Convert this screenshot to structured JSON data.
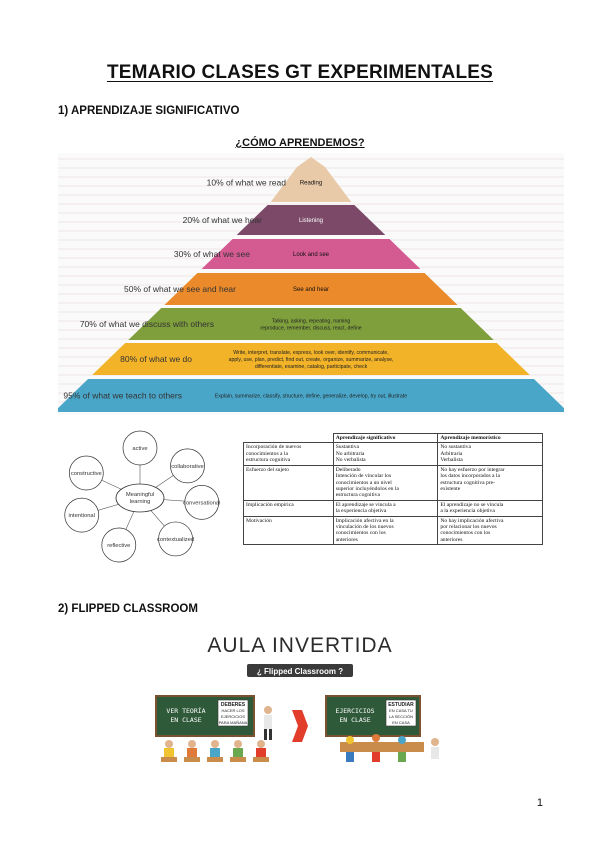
{
  "document": {
    "title": "TEMARIO CLASES GT EXPERIMENTALES",
    "page_number": "1"
  },
  "section1": {
    "heading": "1) APRENDIZAJE SIGNIFICATIVO",
    "pyramid": {
      "title": "¿CÓMO APRENDEMOS?",
      "levels": [
        {
          "pct": "10% of what we read",
          "label": "Reading",
          "color": "#e8c9a8"
        },
        {
          "pct": "20% of what we hear",
          "label": "Listening",
          "color": "#7c4a68"
        },
        {
          "pct": "30% of what we see",
          "label": "Look and see",
          "color": "#d45a92"
        },
        {
          "pct": "50% of what we see and hear",
          "label": "See and hear",
          "color": "#ea8a2a"
        },
        {
          "pct": "70% of what we discuss with others",
          "label_lines": [
            "Talking, asking, repeating, naming",
            "reproduce, remember, discuss, react, define"
          ],
          "color": "#7e9f3c"
        },
        {
          "pct": "80% of what we do",
          "label_lines": [
            "Write, interpret, translate, express, look over, identify, communicate,",
            "apply, use, plan, predict, find out, create, organize, summarize, analyse,",
            "differentiate, examine, catalog, participate, check"
          ],
          "color": "#f2b329"
        },
        {
          "pct": "95% of what we teach to others",
          "label_lines": [
            "Explain, summarize, classify, structure, define, generalize, develop, try out, illustrate"
          ],
          "color": "#4aa6c8"
        }
      ]
    },
    "mindmap": {
      "center": [
        "Meaningful",
        "learning"
      ],
      "nodes": [
        "active",
        "collaborative",
        "conversational",
        "contextualized",
        "reflective",
        "intentional",
        "constructive"
      ]
    },
    "table": {
      "headers": [
        "",
        "Aprendizaje significativo",
        "Aprendizaje memorístico"
      ],
      "rows": [
        {
          "label": [
            "Incorporación de nuevos",
            "conocimientos a la",
            "estructura cognitiva"
          ],
          "a": [
            "Sustantiva",
            "No arbitraria",
            "No verbalista"
          ],
          "b": [
            "No sustantiva",
            "Arbitraria",
            "Verbalista"
          ]
        },
        {
          "label": [
            "Esfuerzo del sujeto"
          ],
          "a": [
            "Deliberado",
            "Intención de vincular los",
            "conocimientos a un nivel",
            "superior incluyéndolos en la",
            "estructura cognitiva"
          ],
          "b": [
            "No hay esfuerzo por integrar",
            "los datos incorporados a la",
            "estructura cognitiva pre-",
            "existente"
          ]
        },
        {
          "label": [
            "Implicación empírica"
          ],
          "a": [
            "El aprendizaje se vincula a",
            "la experiencia objetiva"
          ],
          "b": [
            "El aprendizaje no se vincula",
            "a la experiencia objetiva"
          ]
        },
        {
          "label": [
            "Motivación"
          ],
          "a": [
            "Implicación afectiva en la",
            "vinculación de los nuevos",
            "conocimientos con los",
            "anteriores"
          ],
          "b": [
            "No hay implicación afectiva",
            "por relacionar los nuevos",
            "conocimientos con los",
            "anteriores"
          ]
        }
      ]
    }
  },
  "section2": {
    "heading": "2) FLIPPED CLASSROOM",
    "graphic": {
      "title": "AULA INVERTIDA",
      "subtitle": "¿ Flipped Classroom ?",
      "board_left": [
        "VER TEORÍA",
        "EN CLASE"
      ],
      "note_left": [
        "DEBERES",
        "HACER LOS",
        "EJERCICIOS",
        "PARA MAÑANA"
      ],
      "board_right": [
        "EJERCICIOS",
        "EN CLASE"
      ],
      "note_right": [
        "ESTUDIAR",
        "EN CASA TU",
        "LA SECCIÓN",
        "EN CASA"
      ]
    }
  }
}
